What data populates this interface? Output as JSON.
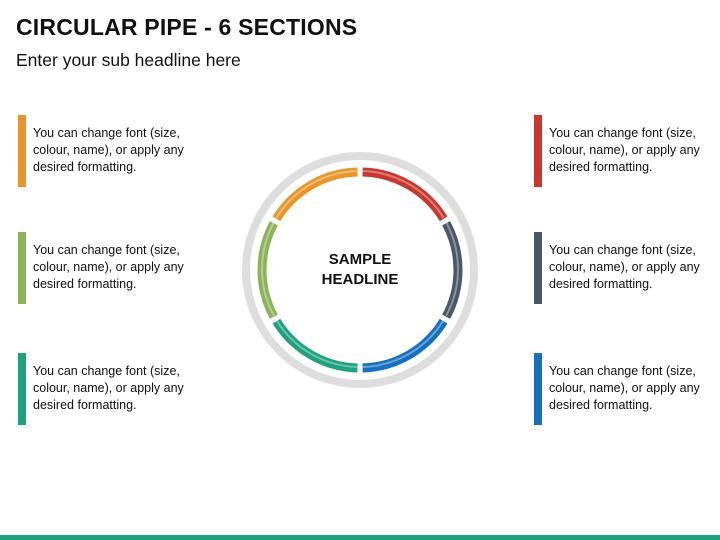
{
  "slide": {
    "title": "CIRCULAR PIPE - 6 SECTIONS",
    "subtitle": "Enter your sub headline here"
  },
  "center": {
    "line1": "SAMPLE",
    "line2": "HEADLINE"
  },
  "callouts": {
    "left_top": {
      "text": "You can change font (size, colour, name), or apply any desired formatting.",
      "color": "#E8962A"
    },
    "left_mid": {
      "text": "You can change font (size, colour, name), or apply any desired formatting.",
      "color": "#8DB35A"
    },
    "left_bottom": {
      "text": "You can change font (size, colour, name), or apply any desired formatting.",
      "color": "#1FA07E"
    },
    "right_top": {
      "text": "You can change font (size, colour, name), or apply any desired formatting.",
      "color": "#C8372F"
    },
    "right_mid": {
      "text": "You can change font (size, colour, name), or apply any desired formatting.",
      "color": "#4A566A"
    },
    "right_bottom": {
      "text": "You can change font (size, colour, name), or apply any desired formatting.",
      "color": "#1570BF"
    }
  },
  "ring": {
    "outer_color": "#DEDEDE",
    "segments": [
      {
        "name": "red",
        "color": "#C8372F"
      },
      {
        "name": "slate",
        "color": "#4A566A"
      },
      {
        "name": "blue",
        "color": "#1570BF"
      },
      {
        "name": "teal",
        "color": "#1FA07E"
      },
      {
        "name": "green",
        "color": "#8DB35A"
      },
      {
        "name": "orange",
        "color": "#E8962A"
      }
    ]
  },
  "footer": {
    "color": "#1FA07E"
  }
}
